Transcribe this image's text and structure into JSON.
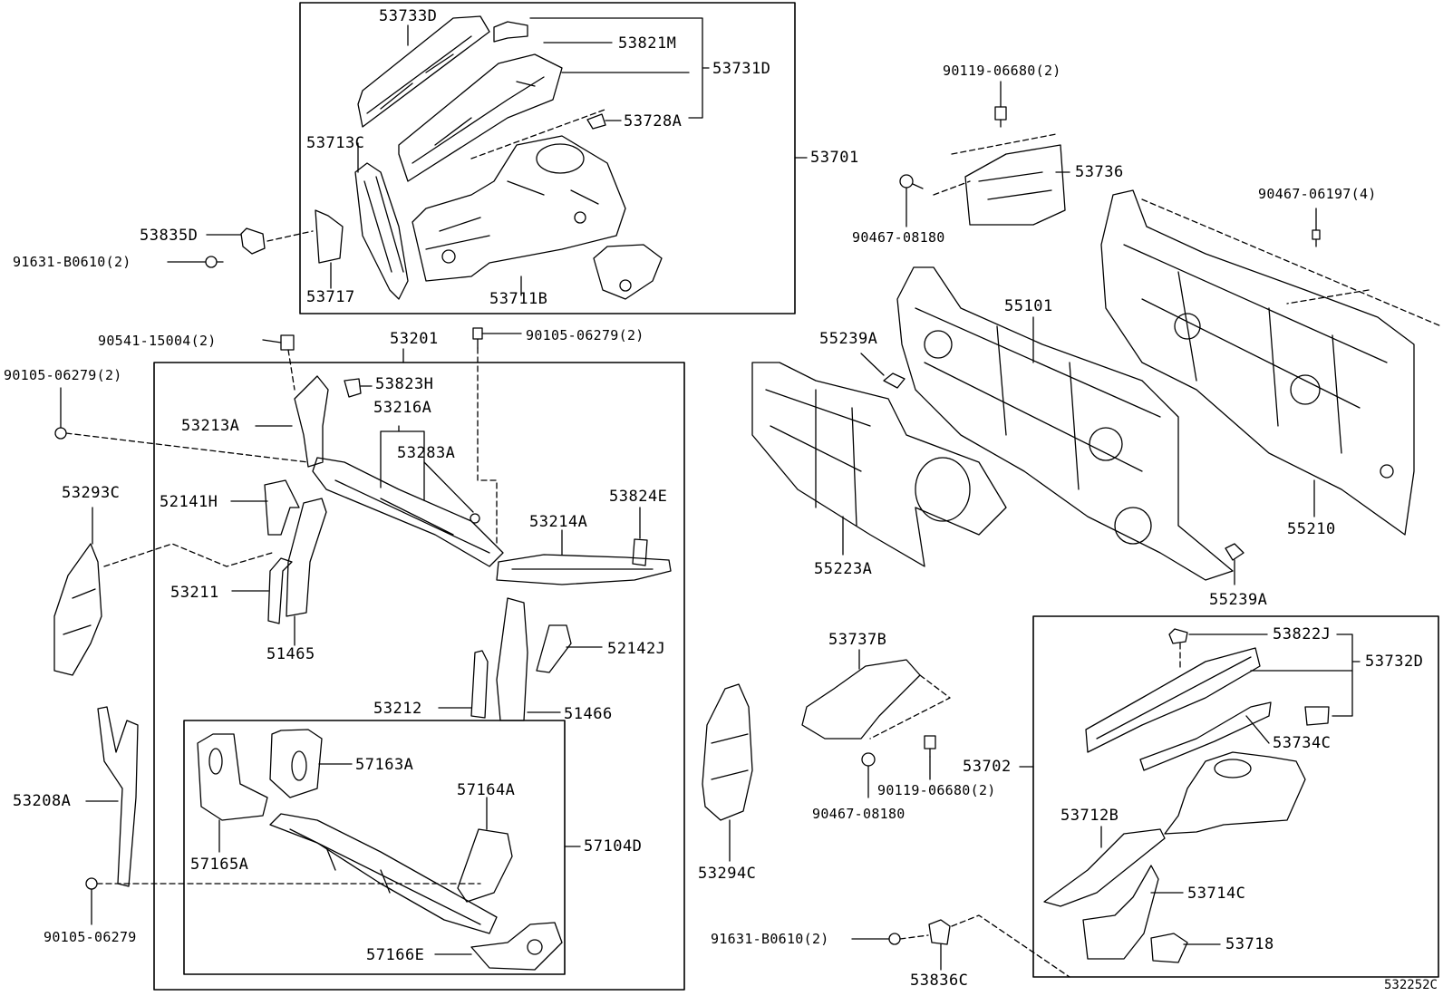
{
  "labels": {
    "l53733D": "53733D",
    "l53821M": "53821M",
    "l53731D": "53731D",
    "l53728A": "53728A",
    "l53713C": "53713C",
    "l53701": "53701",
    "l53835D": "53835D",
    "l91631a": "91631-B0610(2)",
    "l53717": "53717",
    "l53711B": "53711B",
    "l90119a": "90119-06680(2)",
    "l53736": "53736",
    "l90467a": "90467-08180",
    "l90467b": "90467-06197(4)",
    "l55239Aa": "55239A",
    "l55101": "55101",
    "l55210": "55210",
    "l55223A": "55223A",
    "l55239Ab": "55239A",
    "l90541": "90541-15004(2)",
    "l53201": "53201",
    "l90105a": "90105-06279(2)",
    "l90105b": "90105-06279(2)",
    "l53823H": "53823H",
    "l53213A": "53213A",
    "l53216A": "53216A",
    "l53283A": "53283A",
    "l53293C": "53293C",
    "l52141H": "52141H",
    "l53824E": "53824E",
    "l53214A": "53214A",
    "l53211": "53211",
    "l51465": "51465",
    "l52142J": "52142J",
    "l53212": "53212",
    "l51466": "51466",
    "l57163A": "57163A",
    "l57164A": "57164A",
    "l53208A": "53208A",
    "l57104D": "57104D",
    "l57165A": "57165A",
    "l57166E": "57166E",
    "l90105c": "90105-06279",
    "l53737B": "53737B",
    "l53822J": "53822J",
    "l53732D": "53732D",
    "l53734C": "53734C",
    "l53702": "53702",
    "l90119b": "90119-06680(2)",
    "l90467c": "90467-08180",
    "l53712B": "53712B",
    "l53714C": "53714C",
    "l53294C": "53294C",
    "l91631b": "91631-B0610(2)",
    "l53718": "53718",
    "l53836C": "53836C",
    "code": "532252C"
  }
}
